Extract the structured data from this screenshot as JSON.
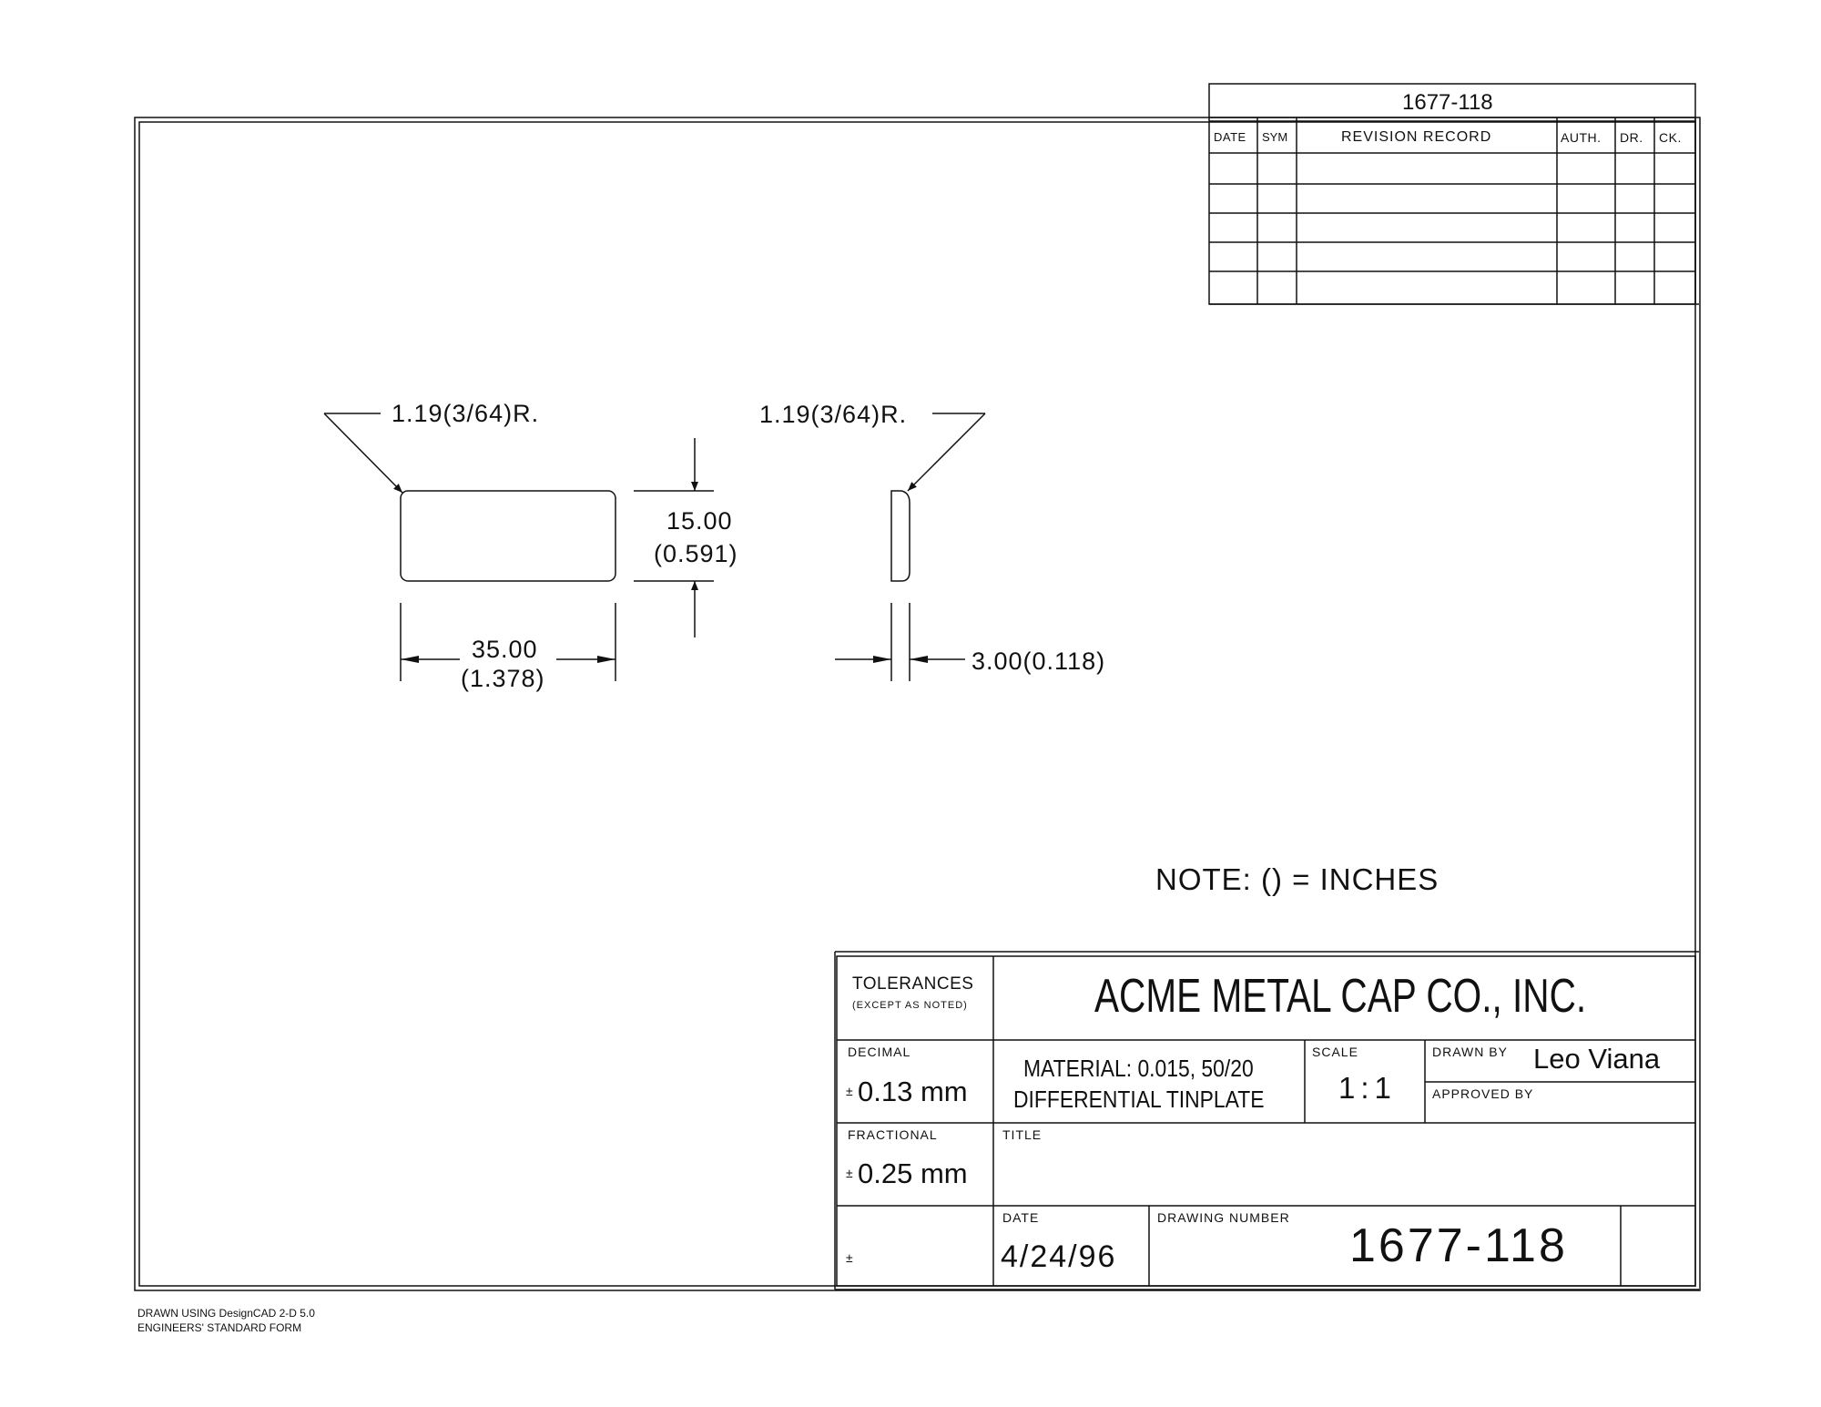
{
  "revision_block": {
    "drawing_ref": "1677-118",
    "headers": {
      "date": "DATE",
      "sym": "SYM",
      "record": "REVISION RECORD",
      "auth": "AUTH.",
      "dr": "DR.",
      "ck": "CK."
    },
    "rows": 5
  },
  "drawing": {
    "radius_left": "1.19(3/64)R.",
    "radius_right": "1.19(3/64)R.",
    "height_mm": "15.00",
    "height_in": "(0.591)",
    "width_mm": "35.00",
    "width_in": "(1.378)",
    "thickness": "3.00(0.118)",
    "note": "NOTE: () = INCHES"
  },
  "title_block": {
    "tolerances_label": "TOLERANCES",
    "tolerances_sub": "(EXCEPT AS NOTED)",
    "company": "ACME METAL CAP CO., INC.",
    "decimal_label": "DECIMAL",
    "decimal_value": "0.13 mm",
    "fractional_label": "FRACTIONAL",
    "fractional_value": "0.25 mm",
    "pm_symbol": "±",
    "material_line1": "MATERIAL: 0.015, 50/20",
    "material_line2": "DIFFERENTIAL TINPLATE",
    "scale_label": "SCALE",
    "scale_value": "1:1",
    "drawn_by_label": "DRAWN BY",
    "drawn_by_value": "Leo Viana",
    "approved_by_label": "APPROVED BY",
    "title_label": "TITLE",
    "date_label": "DATE",
    "date_value": "4/24/96",
    "drawing_number_label": "DRAWING NUMBER",
    "drawing_number_value": "1677-118"
  },
  "footer": {
    "line1": "DRAWN USING DesignCAD 2-D 5.0",
    "line2": "ENGINEERS' STANDARD FORM"
  }
}
